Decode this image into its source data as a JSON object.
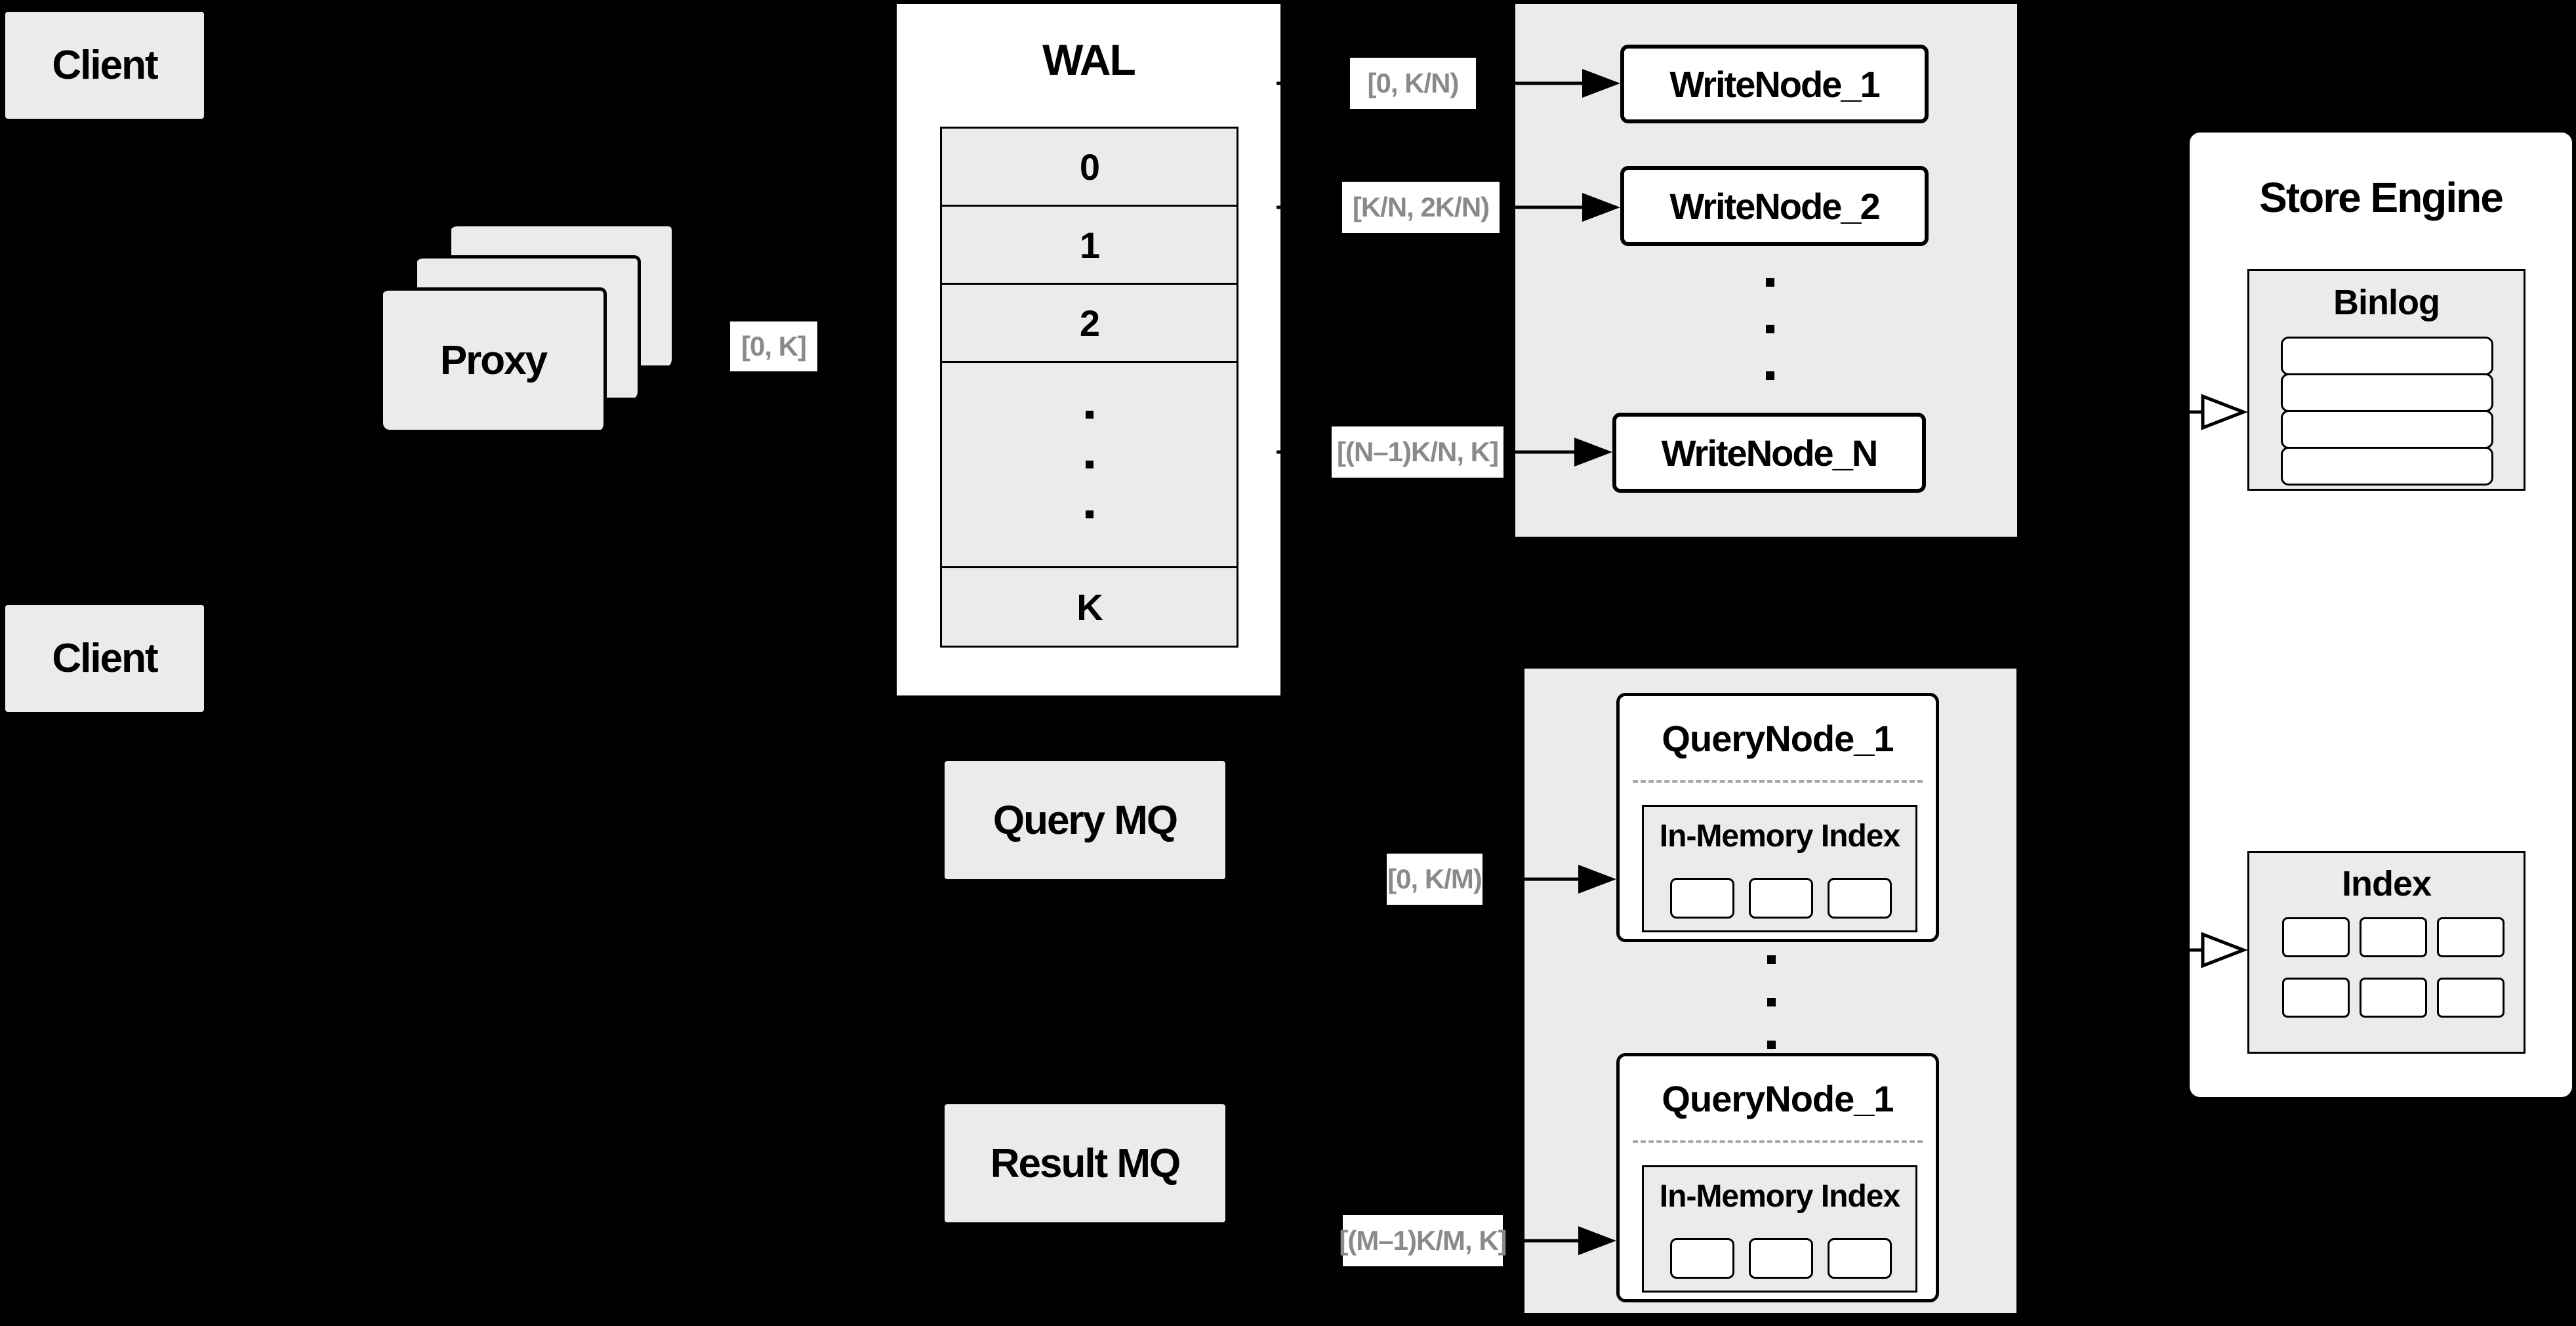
{
  "colors": {
    "background": "#000000",
    "panel_gray": "#ebebeb",
    "panel_white": "#ffffff",
    "border_black": "#000000",
    "range_label_text": "#8a8a8a",
    "divider_dash_gray": "#a8a8a8"
  },
  "clients": {
    "top": "Client",
    "bottom": "Client"
  },
  "proxy": {
    "label": "Proxy"
  },
  "range_labels": {
    "proxy_to_wal": "[0, K]",
    "wal_to_writenode_1": "[0, K/N)",
    "wal_to_writenode_2": "[K/N, 2K/N)",
    "wal_to_writenode_n": "[(N–1)K/N, K]",
    "querymq_to_querynode_1": "[0, K/M)",
    "resultmq_to_querynode_2": "[(M–1)K/M, K]"
  },
  "wal": {
    "title": "WAL",
    "segments": [
      "0",
      "1",
      "2"
    ],
    "last_segment": "K"
  },
  "write_nodes": {
    "items": [
      {
        "label": "WriteNode_1"
      },
      {
        "label": "WriteNode_2"
      },
      {
        "label": "WriteNode_N"
      }
    ]
  },
  "store_engine": {
    "title": "Store Engine",
    "binlog": {
      "title": "Binlog",
      "bar_count": 4
    },
    "index": {
      "title": "Index",
      "cell_count": 6
    }
  },
  "mq": {
    "query": "Query MQ",
    "result": "Result MQ"
  },
  "query_nodes": {
    "items": [
      {
        "title": "QueryNode_1",
        "index_title": "In-Memory Index"
      },
      {
        "title": "QueryNode_1",
        "index_title": "In-Memory Index"
      }
    ]
  }
}
